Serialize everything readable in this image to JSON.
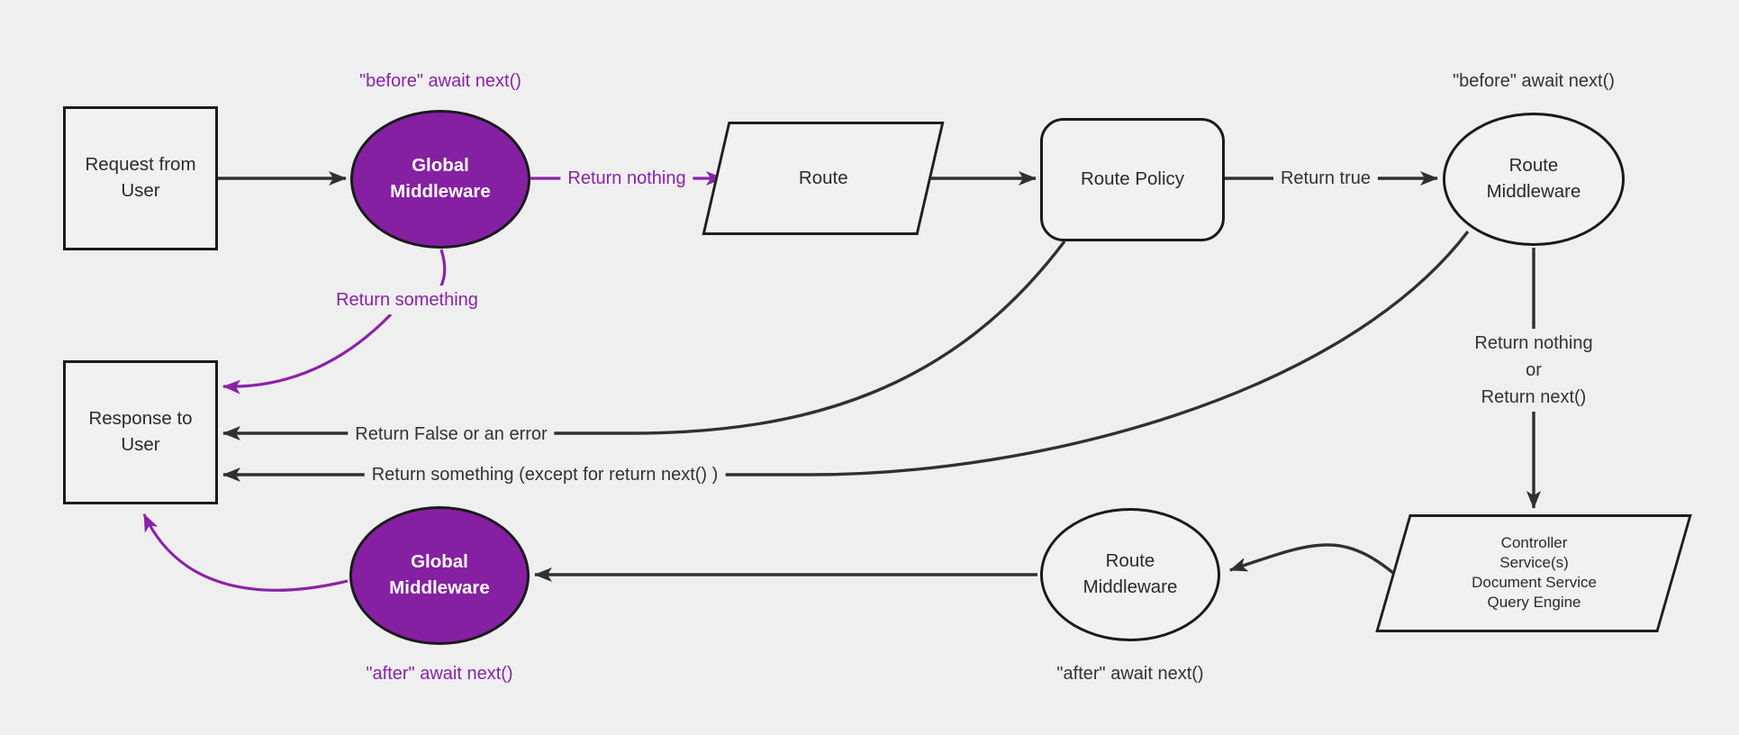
{
  "diagram": {
    "title": "Request middleware flow diagram",
    "colors": {
      "background": "#efefef",
      "node_fill": "#f1f1f1",
      "node_border": "#1a1a1a",
      "purple_node_fill": "#8520a2",
      "purple_accent": "#8a23a8",
      "edge_color": "#303030",
      "text_color": "#2b2b2b"
    }
  },
  "nodes": {
    "request": {
      "label": "Request from\nUser"
    },
    "global_mw_top": {
      "label": "Global\nMiddleware"
    },
    "route": {
      "label": "Route"
    },
    "route_policy": {
      "label": "Route Policy"
    },
    "route_mw_top": {
      "label": "Route\nMiddleware"
    },
    "controller": {
      "label": "Controller\nService(s)\nDocument Service\nQuery Engine"
    },
    "route_mw_bottom": {
      "label": "Route\nMiddleware"
    },
    "global_mw_bottom": {
      "label": "Global\nMiddleware"
    },
    "response": {
      "label": "Response to\nUser"
    }
  },
  "edge_labels": {
    "before_global": "\"before\" await next()",
    "return_nothing": "Return nothing",
    "return_true": "Return true",
    "before_route": "\"before\" await next()",
    "return_nothing_or_next": "Return nothing\nor\nReturn next()",
    "return_false": "Return False or an error",
    "return_something_except": "Return something (except for return next() )",
    "return_something": "Return something",
    "after_route": "\"after\" await next()",
    "after_global": "\"after\" await next()"
  }
}
